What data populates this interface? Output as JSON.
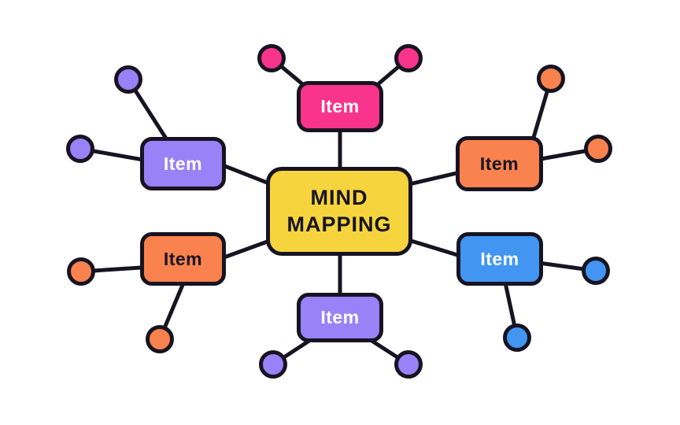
{
  "diagram": {
    "type": "mind-map",
    "center": {
      "label": "MIND MAPPING",
      "color": "yellow"
    },
    "branches": [
      {
        "id": "top",
        "label": "Item",
        "color": "pink",
        "satellites": 2
      },
      {
        "id": "top-left",
        "label": "Item",
        "color": "purple",
        "satellites": 2
      },
      {
        "id": "left",
        "label": "Item",
        "color": "orange",
        "satellites": 2
      },
      {
        "id": "top-right",
        "label": "Item",
        "color": "orange",
        "satellites": 2
      },
      {
        "id": "right",
        "label": "Item",
        "color": "blue",
        "satellites": 2
      },
      {
        "id": "bottom",
        "label": "Item",
        "color": "purple",
        "satellites": 2
      }
    ]
  },
  "colors": {
    "background": "#ffffff",
    "outline": "#171422",
    "yellow": "#F5D43E",
    "pink": "#F9348C",
    "purple": "#9782F7",
    "orange": "#F9824E",
    "blue": "#4296F2",
    "text-light": "#ffffff",
    "text-dark": "#171422"
  }
}
